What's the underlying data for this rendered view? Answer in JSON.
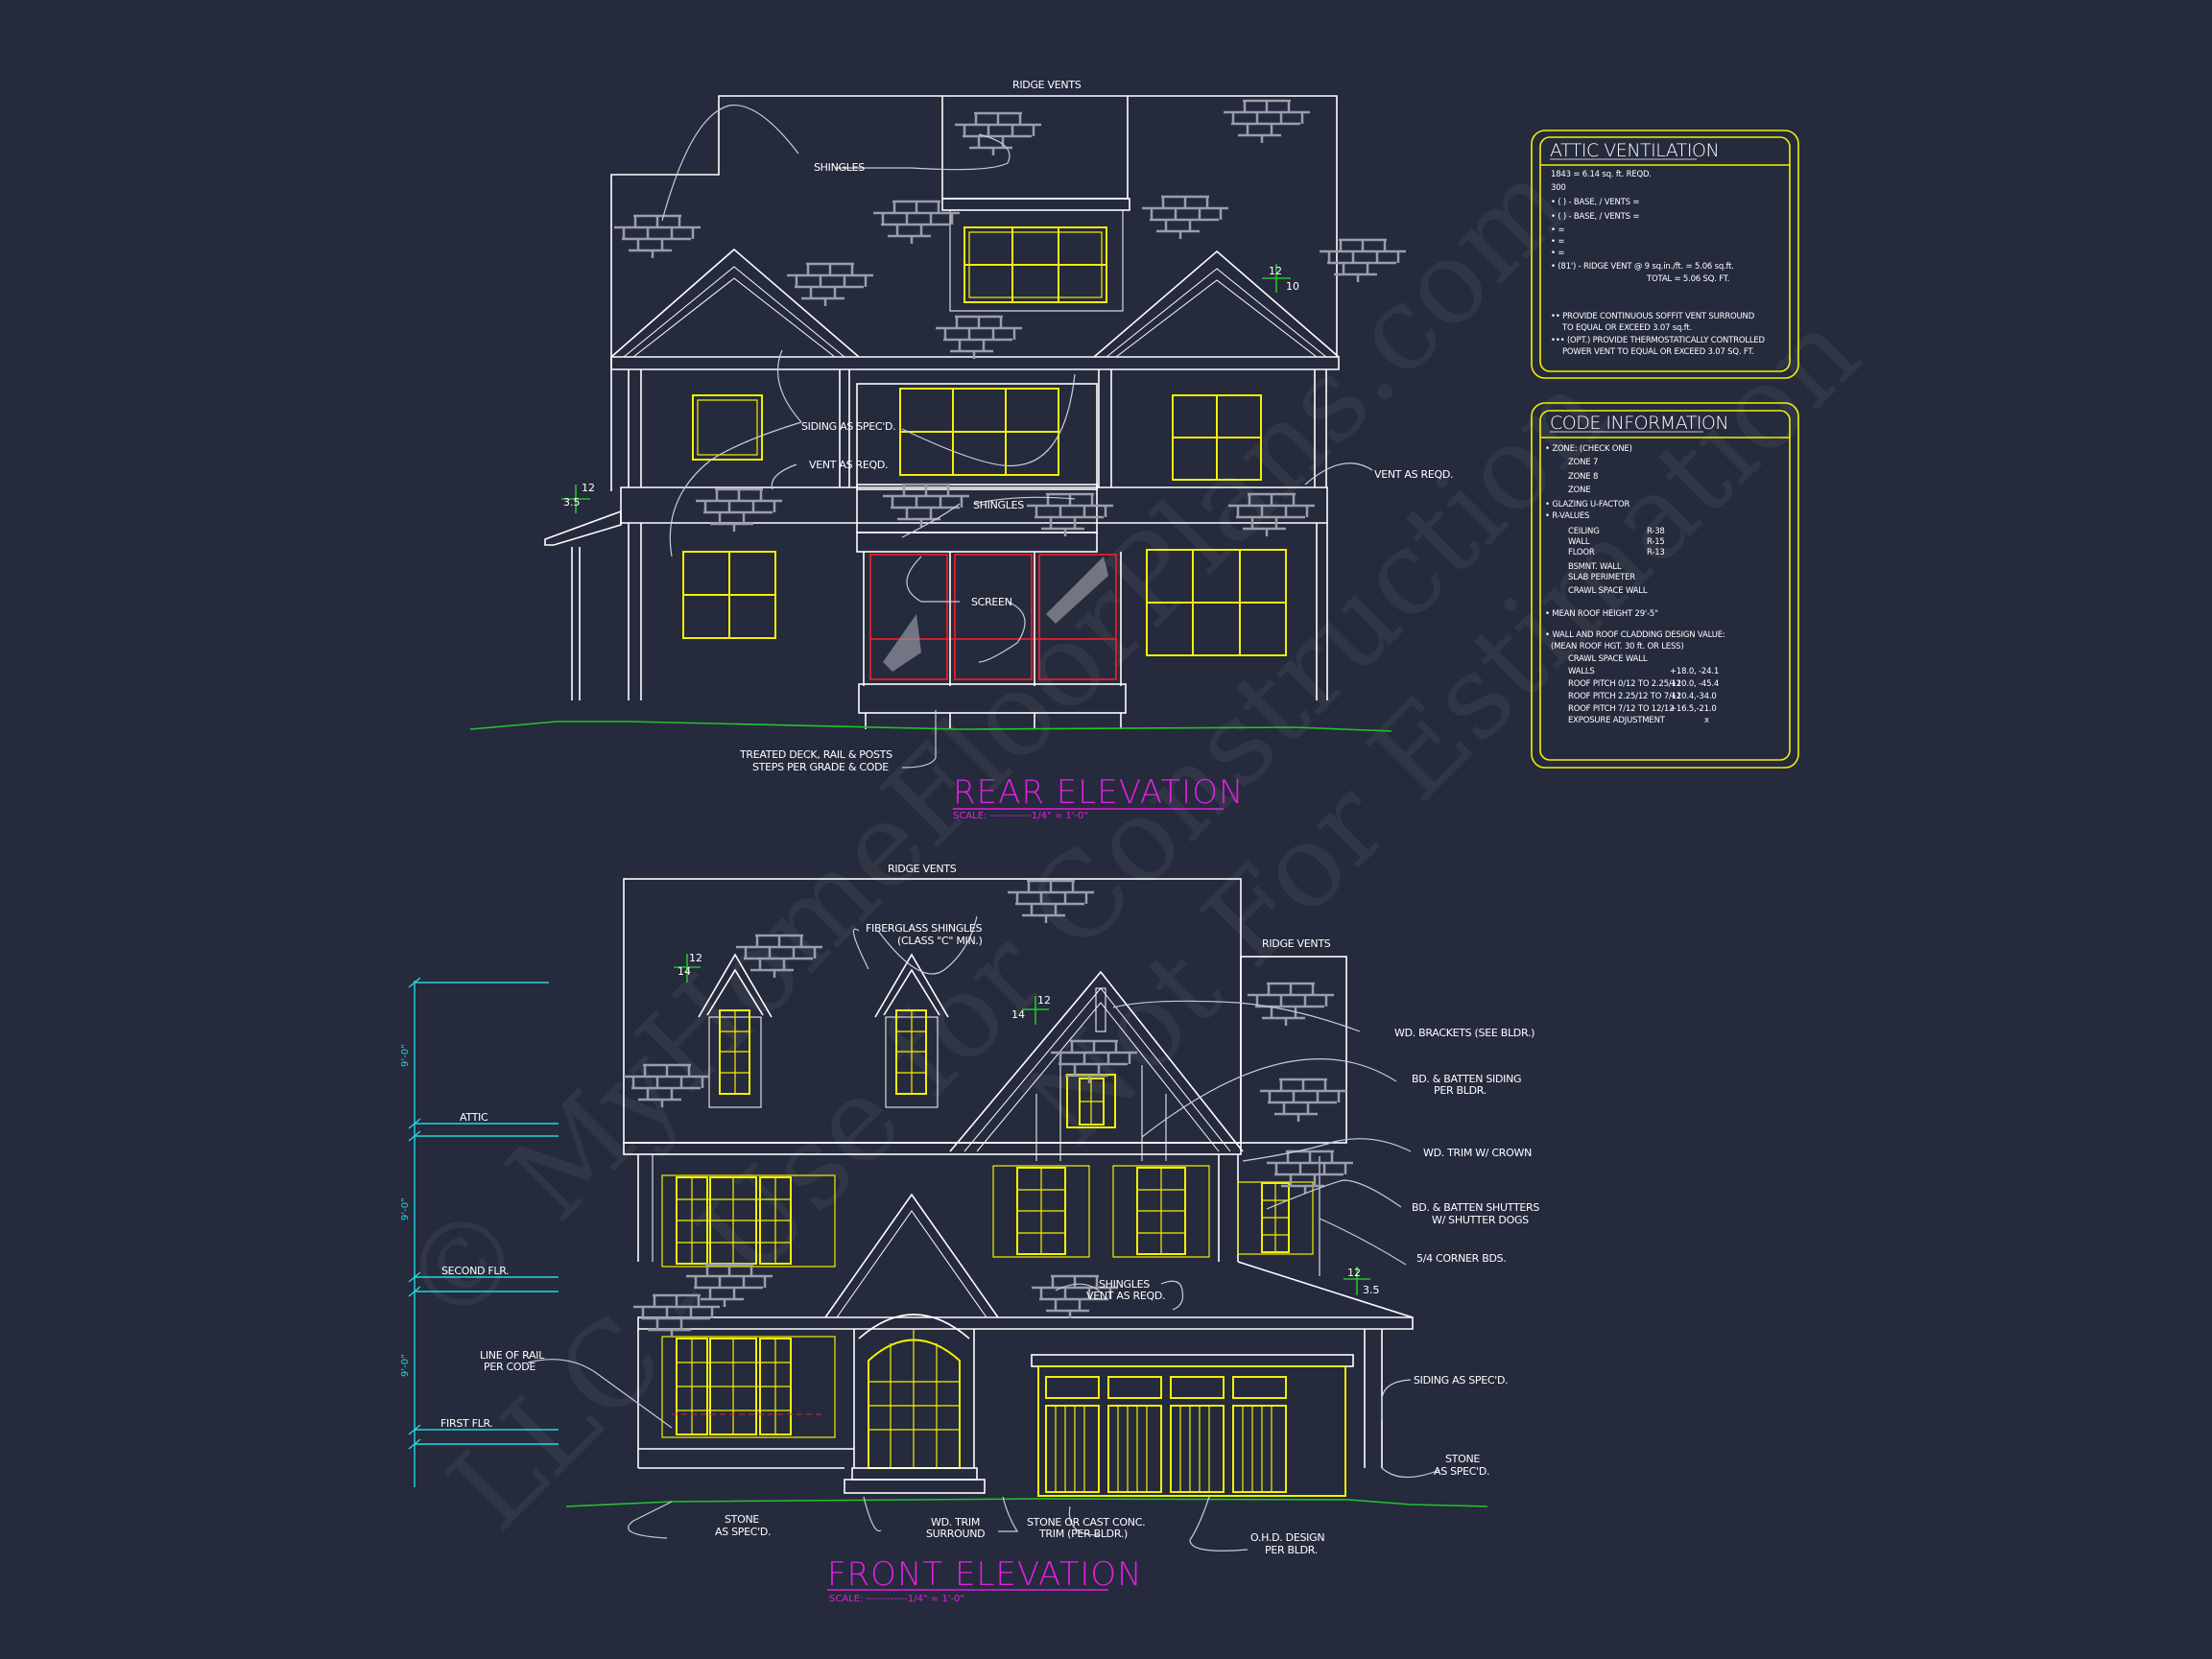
{
  "watermark": {
    "line1": "© MyHomeFloorPlans.com",
    "line2": "LLC - Use for Construction",
    "line3": "Not For Estimation"
  },
  "rear_elevation": {
    "title": "REAR ELEVATION",
    "scale": "SCALE: ------------1/4\" = 1'-0\"",
    "notes": {
      "ridge_vents": "RIDGE VENTS",
      "shingles_top": "SHINGLES",
      "siding": "SIDING AS SPEC'D.",
      "vent_left": "VENT AS REQD.",
      "vent_right": "VENT AS REQD.",
      "shingles_mid": "SHINGLES",
      "screen": "SCREEN",
      "deck_line1": "TREATED DECK, RAIL & POSTS",
      "deck_line2": "STEPS PER GRADE & CODE"
    },
    "pitch_marks": [
      {
        "rise": "12",
        "run": "10"
      },
      {
        "rise": "12",
        "run": "3.5"
      }
    ]
  },
  "front_elevation": {
    "title": "FRONT ELEVATION",
    "scale": "SCALE: ------------1/4\" = 1'-0\"",
    "notes": {
      "ridge_vents_main": "RIDGE VENTS",
      "ridge_vents_side": "RIDGE VENTS",
      "fiberglass_line1": "FIBERGLASS SHINGLES",
      "fiberglass_line2": "(CLASS \"C\" MIN.)",
      "brackets": "WD. BRACKETS (SEE BLDR.)",
      "batten_siding_line1": "BD. & BATTEN SIDING",
      "batten_siding_line2": "PER BLDR.",
      "trim_crown": "WD. TRIM W/ CROWN",
      "shutters_line1": "BD. & BATTEN SHUTTERS",
      "shutters_line2": "W/ SHUTTER DOGS",
      "corner_bds": "5/4 CORNER BDS.",
      "shingles_line1": "SHINGLES",
      "shingles_line2": "VENT AS REQD.",
      "siding": "SIDING AS SPEC'D.",
      "stone_right_line1": "STONE",
      "stone_right_line2": "AS SPEC'D.",
      "stone_left_line1": "STONE",
      "stone_left_line2": "AS SPEC'D.",
      "wd_trim_line1": "WD. TRIM",
      "wd_trim_line2": "SURROUND",
      "cast_line1": "STONE OR CAST CONC.",
      "cast_line2": "TRIM (PER BLDR.)",
      "ohd_line1": "O.H.D. DESIGN",
      "ohd_line2": "PER BLDR.",
      "rail_line1": "LINE OF RAIL",
      "rail_line2": "PER CODE"
    },
    "pitch_marks": [
      {
        "rise": "12",
        "run": "14"
      },
      {
        "rise": "12",
        "run": "14"
      },
      {
        "rise": "12",
        "run": "3.5"
      }
    ],
    "levels": [
      {
        "label": "ATTIC",
        "dim": "9'-0\""
      },
      {
        "label": "SECOND FLR.",
        "dim": "9'-0\""
      },
      {
        "label": "FIRST FLR.",
        "dim": "9'-0\""
      }
    ]
  },
  "attic_ventilation": {
    "title": "ATTIC VENTILATION",
    "lines": [
      "1843 = 6.14 sq. ft. REQD.",
      "300",
      "• (   ) -          BASE,    /    VENTS   =",
      "• (   ) -          BASE,    /    VENTS   =",
      "•                                               =",
      "•                                               =",
      "•                                               =",
      "• (81') - RIDGE VENT @ 9 sq.in./ft. = 5.06 sq.ft.",
      "TOTAL          = 5.06 SQ. FT.",
      "•• PROVIDE CONTINUOUS SOFFIT VENT SURROUND",
      "TO EQUAL OR EXCEED  3.07 sq.ft.",
      "••• (OPT.) PROVIDE THERMOSTATICALLY CONTROLLED",
      "POWER VENT TO EQUAL OR EXCEED  3.07 SQ. FT."
    ]
  },
  "code_information": {
    "title": "CODE INFORMATION",
    "zone_header": "• ZONE: (CHECK ONE)",
    "zones": [
      "ZONE 7",
      "ZONE 8",
      "ZONE"
    ],
    "glazing": "• GLAZING U-FACTOR",
    "r_values_header": "• R-VALUES",
    "r_values": [
      {
        "label": "CEILING",
        "value": "R-38"
      },
      {
        "label": "WALL",
        "value": "R-15"
      },
      {
        "label": "FLOOR",
        "value": "R-13"
      },
      {
        "label": "BSMNT. WALL",
        "value": ""
      },
      {
        "label": "SLAB PERIMETER",
        "value": ""
      },
      {
        "label": "CRAWL SPACE WALL",
        "value": ""
      }
    ],
    "mean_roof": "• MEAN ROOF HEIGHT   29'-5\"",
    "cladding_header": "• WALL AND ROOF CLADDING DESIGN VALUE:",
    "cladding_sub": "(MEAN ROOF HGT. 30 ft. OR LESS)",
    "cladding": [
      {
        "label": "CRAWL SPACE WALL",
        "value": ""
      },
      {
        "label": "WALLS",
        "value": "+18.0, -24.1"
      },
      {
        "label": "ROOF PITCH 0/12 TO 2.25/12",
        "value": "+10.0, -45.4"
      },
      {
        "label": "ROOF PITCH 2.25/12 TO 7/12",
        "value": "+10.4,-34.0"
      },
      {
        "label": "ROOF PITCH 7/12 TO 12/12",
        "value": "+16.5,-21.0"
      },
      {
        "label": "EXPOSURE ADJUSTMENT",
        "value": "x"
      }
    ]
  },
  "colors": {
    "background": "#252a3c",
    "linework": "#ffffff",
    "windows": "#f4f000",
    "screen_porch": "#e0202a",
    "titles": "#e020e0",
    "dimensions": "#20d8e0",
    "grade_line": "#22c32a"
  }
}
